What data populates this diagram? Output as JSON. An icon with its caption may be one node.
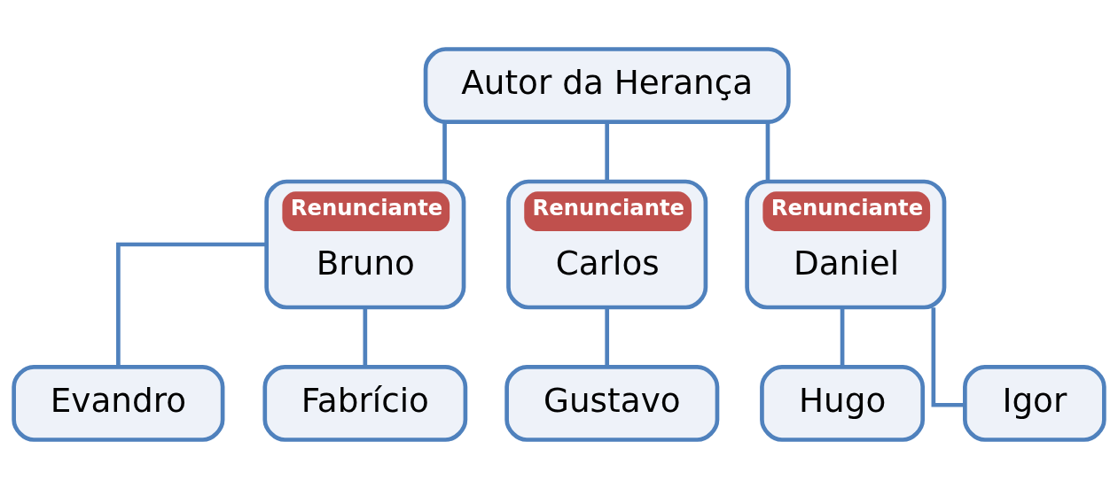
{
  "diagram": {
    "nodes": [
      {
        "text": [
          "Autor da Herança"
        ]
      },
      {
        "text": [
          "Renunciante",
          "Bruno"
        ]
      },
      {
        "text": [
          "Renunciante",
          "Carlos"
        ]
      },
      {
        "text": [
          "Renunciante",
          "Daniel"
        ]
      },
      {
        "text": [
          "Evandro"
        ]
      },
      {
        "text": [
          "Fabrício"
        ]
      },
      {
        "text": [
          "Gustavo"
        ]
      },
      {
        "text": [
          "Hugo"
        ]
      },
      {
        "text": [
          "Igor"
        ]
      }
    ],
    "edges": [
      {
        "from": 0,
        "to": 1,
        "arrow": "none"
      },
      {
        "from": 0,
        "to": 2,
        "arrow": "none"
      },
      {
        "from": 0,
        "to": 3,
        "arrow": "none"
      },
      {
        "from": 1,
        "to": 4,
        "arrow": "none"
      },
      {
        "from": 1,
        "to": 5,
        "arrow": "none"
      },
      {
        "from": 2,
        "to": 6,
        "arrow": "none"
      },
      {
        "from": 3,
        "to": 7,
        "arrow": "none"
      },
      {
        "from": 3,
        "to": 8,
        "arrow": "none"
      }
    ]
  }
}
